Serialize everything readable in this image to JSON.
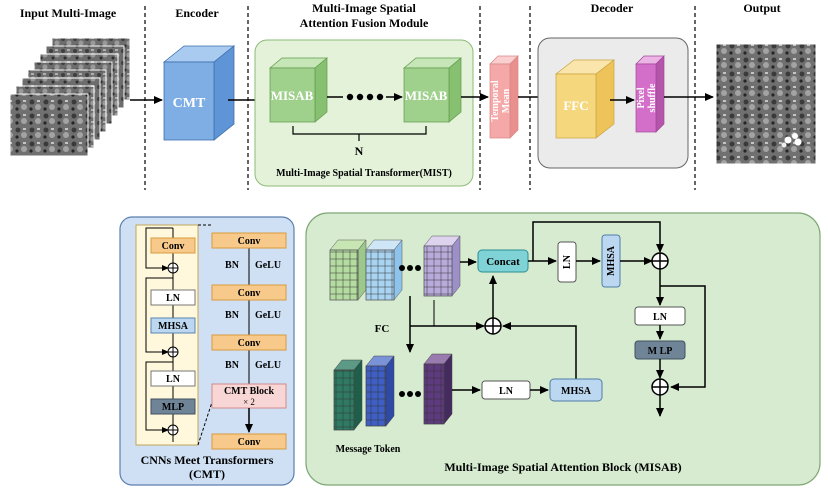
{
  "top": {
    "section_input": "Input Multi-Image",
    "section_encoder": "Encoder",
    "section_fusion_line1": "Multi-Image Spatial",
    "section_fusion_line2": "Attention Fusion Module",
    "section_decoder": "Decoder",
    "section_output": "Output",
    "cmt_label": "CMT",
    "misab_label": "MISAB",
    "n_label": "N",
    "mist_caption": "Multi-Image Spatial Transformer(MIST)",
    "temporal_line1": "Temporal",
    "temporal_line2": "Mean",
    "ffc_label": "FFC",
    "pixel_line1": "Pixel",
    "pixel_line2": "shuffle"
  },
  "cmt_detail": {
    "caption_line1": "CNNs Meet Transformers",
    "caption_line2": "(CMT)",
    "left_blocks": [
      "Conv",
      "LN",
      "MHSA",
      "LN",
      "MLP"
    ],
    "right_blocks": [
      "Conv",
      "Conv",
      "Conv",
      "CMT Block",
      "Conv"
    ],
    "cmt_block_repeat": "× 2",
    "bn_label": "BN",
    "gelu_label": "GeLU"
  },
  "misab_detail": {
    "caption": "Multi-Image Spatial Attention Block (MISAB)",
    "concat_label": "Concat",
    "ln_label": "LN",
    "mhsa_label": "MHSA",
    "mlp_label": "M LP",
    "fc_label": "FC",
    "message_token_label": "Message Token"
  },
  "colors": {
    "cmt_blue": "#7eaee3",
    "misab_green": "#9fd08c",
    "temporal_pink": "#f4a9a8",
    "ffc_yellow": "#f5d77d",
    "pixel_magenta": "#d46fc9",
    "concat_teal": "#7fd3d6",
    "mhsa_blue": "#bcd8f0",
    "mlp_slate": "#6f8597",
    "conv_orange": "#f7c98a",
    "cmt_block_pink": "#f9d6d6"
  }
}
